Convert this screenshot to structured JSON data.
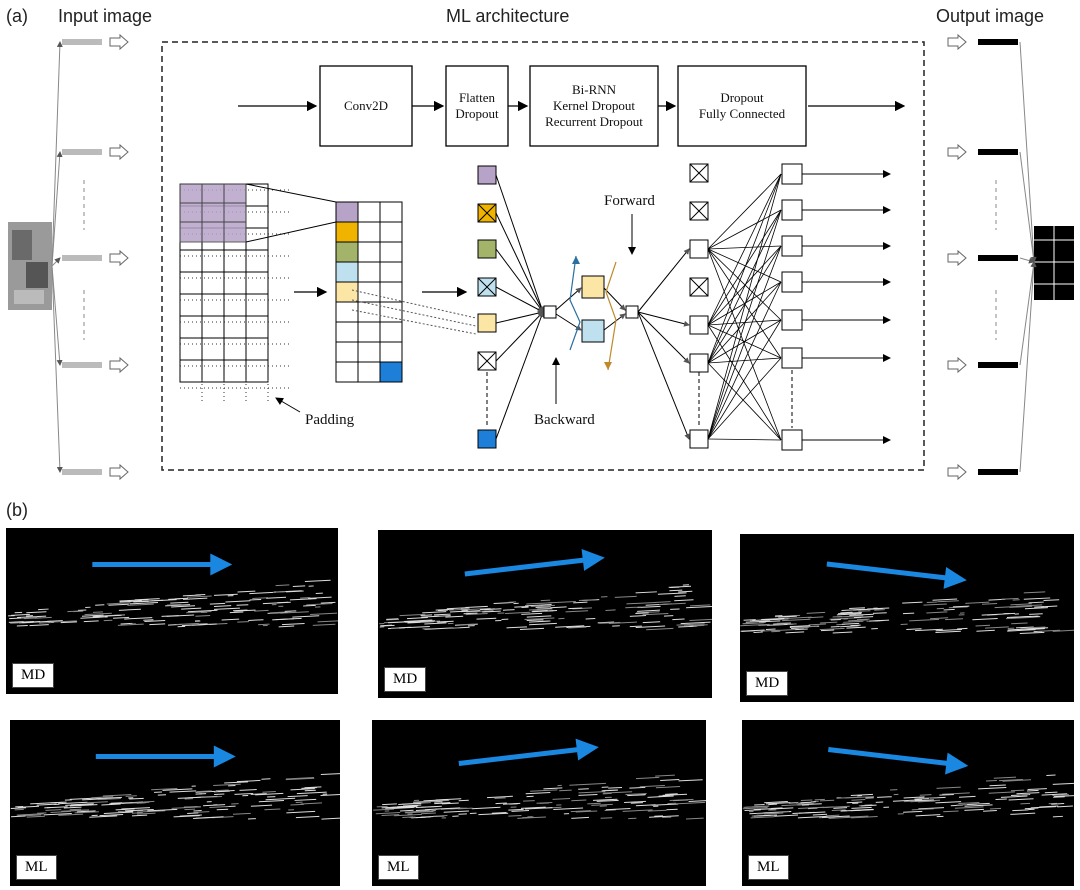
{
  "panel_a": {
    "label": "(a)",
    "input_title": "Input image",
    "arch_title": "ML architecture",
    "output_title": "Output image",
    "pipeline": [
      {
        "lines": [
          "Conv2D"
        ]
      },
      {
        "lines": [
          "Flatten",
          "Dropout"
        ]
      },
      {
        "lines": [
          "Bi-RNN",
          "Kernel Dropout",
          "Recurrent Dropout"
        ]
      },
      {
        "lines": [
          "Dropout",
          "Fully Connected"
        ]
      }
    ],
    "padding_label": "Padding",
    "forward_label": "Forward",
    "backward_label": "Backward"
  },
  "panel_b": {
    "label": "(b)",
    "tags": [
      "MD",
      "MD",
      "MD",
      "ML",
      "ML",
      "ML"
    ]
  },
  "colors": {
    "purple": "#b7a3c8",
    "orange": "#f0b400",
    "green": "#a3b46a",
    "lightblue": "#bfe0ee",
    "lightyellow": "#fbe6a6",
    "blue": "#1e7fd8",
    "arrow_blue": "#1a88e0"
  }
}
